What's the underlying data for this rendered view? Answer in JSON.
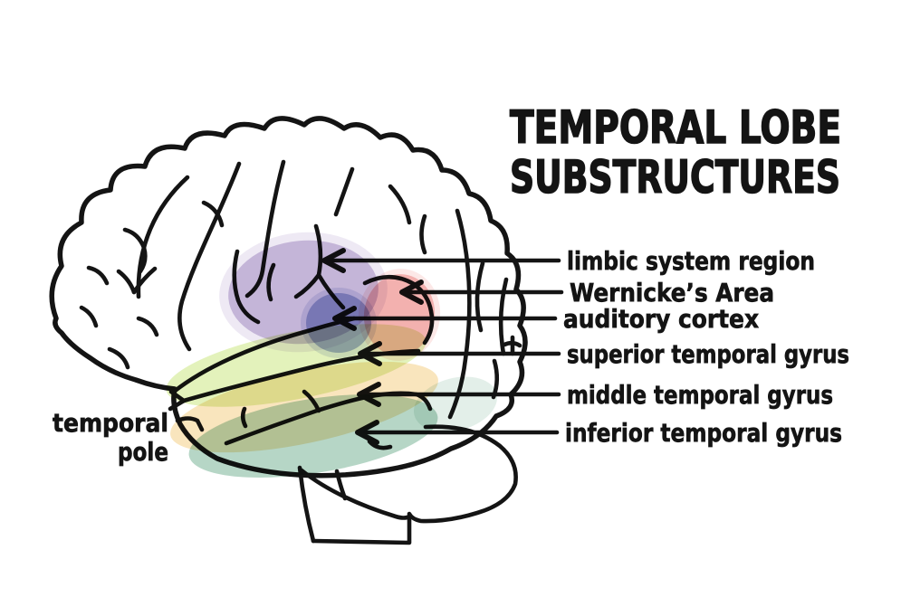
{
  "title": {
    "line1": "TEMPORAL LOBE",
    "line2": "SUBSTRUCTURES"
  },
  "callouts": [
    {
      "label": "limbic system region",
      "color": "#cdc0df"
    },
    {
      "label": "Wernicke’s Area",
      "color": "#f5bcba"
    },
    {
      "label": "auditory cortex",
      "color": "#a9b4dc"
    },
    {
      "label": "superior temporal gyrus",
      "color": "#e0f1b4"
    },
    {
      "label": "middle temporal gyrus",
      "color": "#f8e2b6"
    },
    {
      "label": "inferior temporal gyrus",
      "color": "#aed2c0"
    }
  ],
  "side_label": {
    "line1": "temporal",
    "line2": "pole"
  },
  "palette": {
    "ink": "#141414",
    "background": "#ffffff"
  }
}
